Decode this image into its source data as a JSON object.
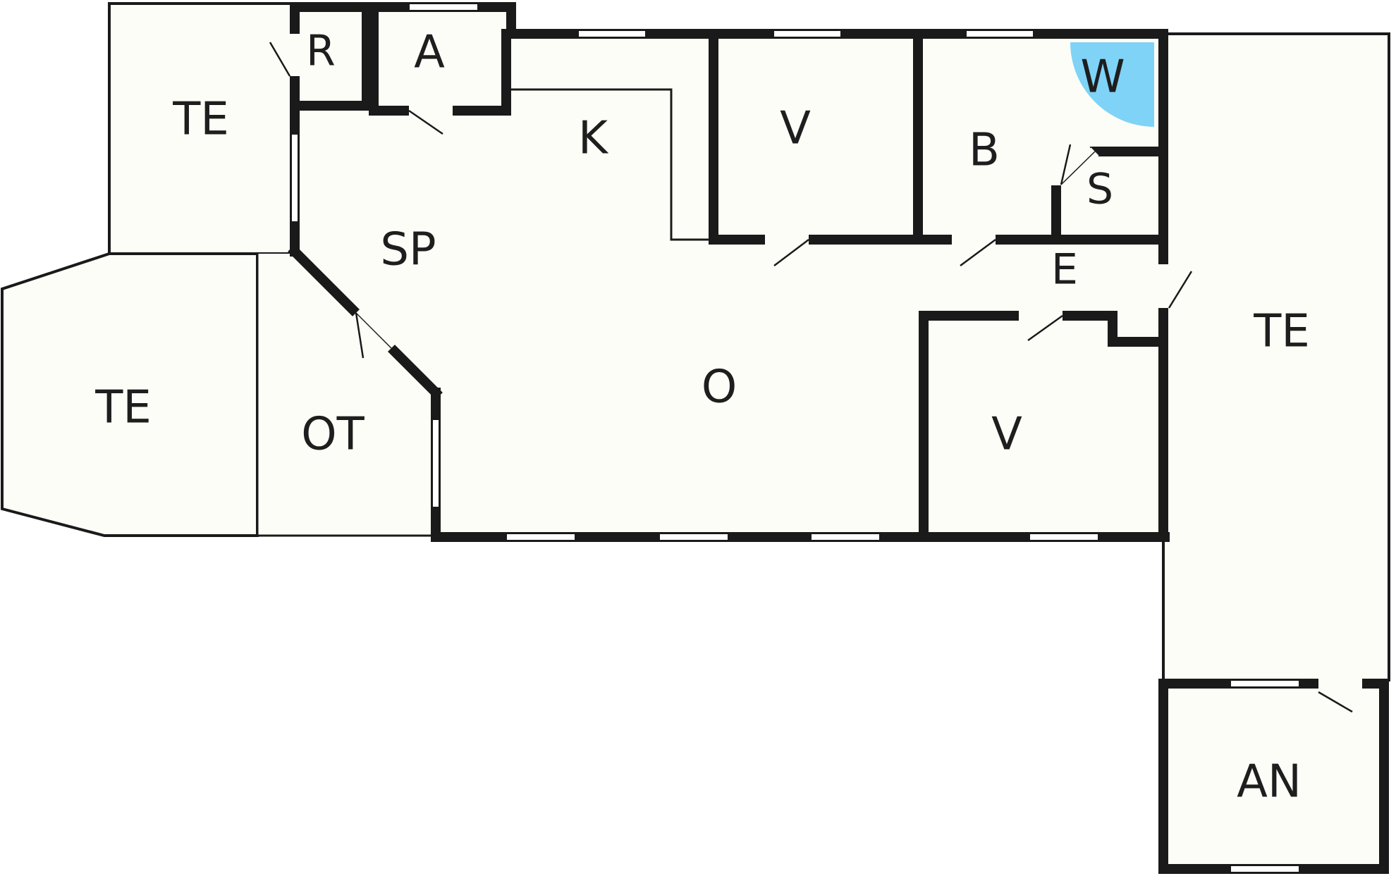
{
  "floor_plan": {
    "colors": {
      "floor": "#fdfdf8",
      "wall": "#1a1a1a",
      "window": "#ffffff",
      "fixture": "#7fd3f7",
      "background": "#ffffff"
    },
    "rooms": {
      "te_top_left": "TE",
      "te_left": "TE",
      "te_right": "TE",
      "r": "R",
      "a": "A",
      "k": "K",
      "sp": "SP",
      "ot": "OT",
      "o": "O",
      "v_top": "V",
      "v_bottom": "V",
      "b": "B",
      "w": "W",
      "s": "S",
      "e": "E",
      "an": "AN"
    }
  }
}
